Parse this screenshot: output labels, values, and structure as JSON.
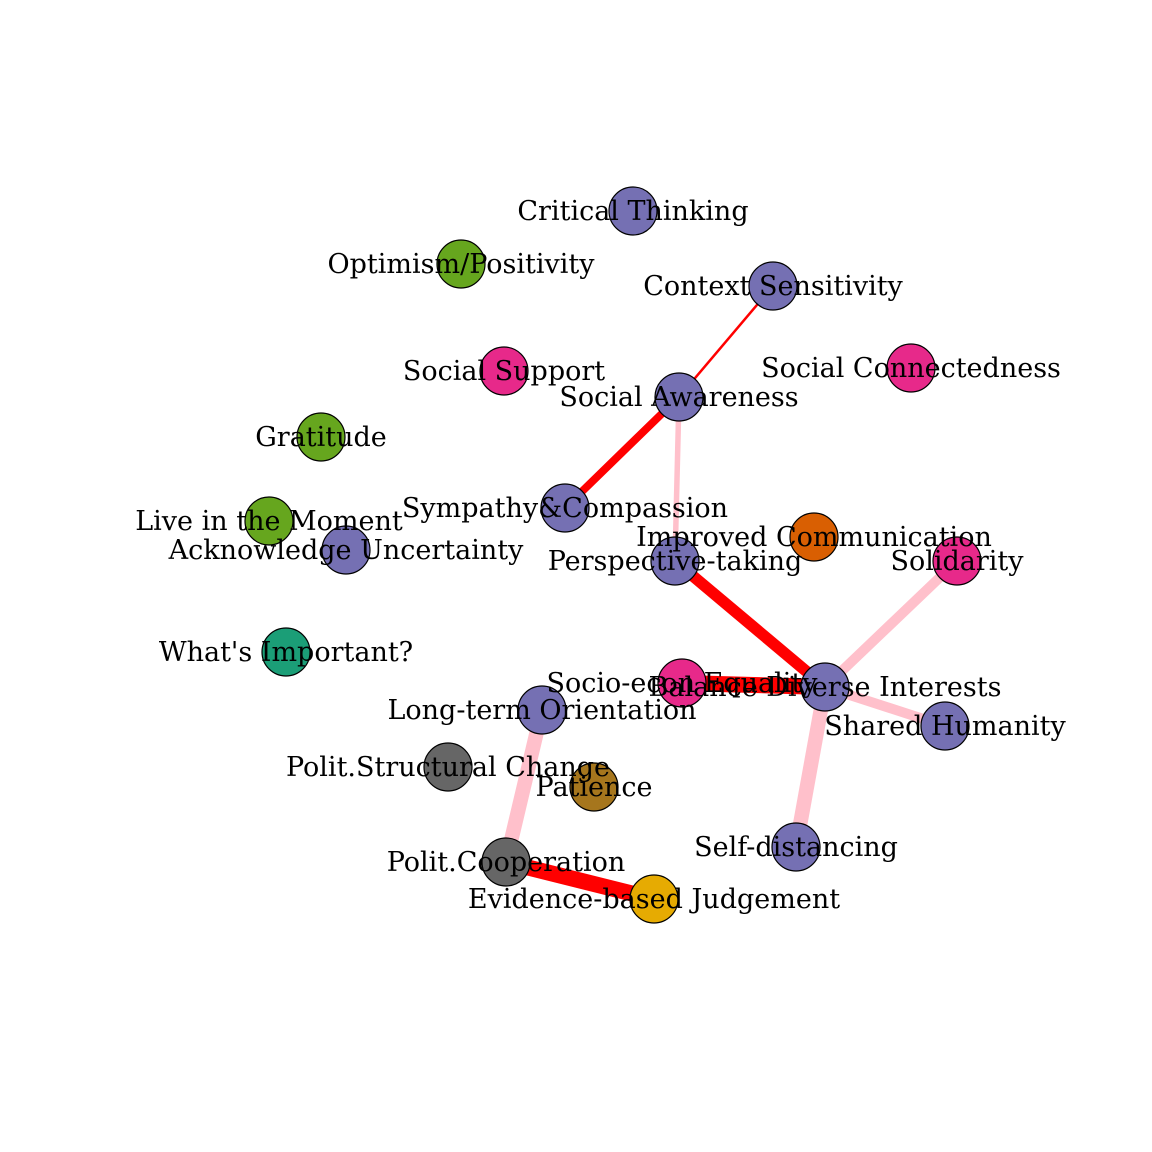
{
  "nodes": [
    {
      "id": "critical-thinking",
      "label": "Critical Thinking",
      "color": "#7570B3"
    },
    {
      "id": "optimism-positivity",
      "label": "Optimism/Positivity",
      "color": "#66A61E"
    },
    {
      "id": "context-sensitivity",
      "label": "Context Sensitivity",
      "color": "#7570B3"
    },
    {
      "id": "social-support",
      "label": "Social Support",
      "color": "#E7298A"
    },
    {
      "id": "social-connectedness",
      "label": "Social Connectedness",
      "color": "#E7298A"
    },
    {
      "id": "social-awareness",
      "label": "Social Awareness",
      "color": "#7570B3"
    },
    {
      "id": "gratitude",
      "label": "Gratitude",
      "color": "#66A61E"
    },
    {
      "id": "sympathy-compassion",
      "label": "Sympathy&Compassion",
      "color": "#7570B3"
    },
    {
      "id": "live-in-the-moment",
      "label": "Live in the Moment",
      "color": "#66A61E"
    },
    {
      "id": "improved-communication",
      "label": "Improved Communication",
      "color": "#D95F02"
    },
    {
      "id": "acknowledge-uncertainty",
      "label": "Acknowledge Uncertainty",
      "color": "#7570B3"
    },
    {
      "id": "perspective-taking",
      "label": "Perspective-taking",
      "color": "#7570B3"
    },
    {
      "id": "solidarity",
      "label": "Solidarity",
      "color": "#E7298A"
    },
    {
      "id": "whats-important",
      "label": "What's Important?",
      "color": "#1B9E77"
    },
    {
      "id": "socio-econ-equality",
      "label": "Socio-econ Equality",
      "color": "#E7298A"
    },
    {
      "id": "balance-diverse-interests",
      "label": "Balance Diverse Interests",
      "color": "#7570B3"
    },
    {
      "id": "long-term-orientation",
      "label": "Long-term Orientation",
      "color": "#7570B3"
    },
    {
      "id": "shared-humanity",
      "label": "Shared Humanity",
      "color": "#7570B3"
    },
    {
      "id": "polit-structural-change",
      "label": "Polit.Structural Change",
      "color": "#666666"
    },
    {
      "id": "patience",
      "label": "Patience",
      "color": "#A6761D"
    },
    {
      "id": "self-distancing",
      "label": "Self-distancing",
      "color": "#7570B3"
    },
    {
      "id": "polit-cooperation",
      "label": "Polit.Cooperation",
      "color": "#666666"
    },
    {
      "id": "evidence-based-judgement",
      "label": "Evidence-based Judgement",
      "color": "#E6AB02"
    }
  ],
  "edges": [
    {
      "source": "context-sensitivity",
      "target": "social-awareness",
      "color": "#FF0000",
      "weight": 0.1
    },
    {
      "source": "social-awareness",
      "target": "sympathy-compassion",
      "color": "#FF0000",
      "weight": 0.45
    },
    {
      "source": "social-awareness",
      "target": "perspective-taking",
      "color": "#FFC0CB",
      "weight": 0.3
    },
    {
      "source": "perspective-taking",
      "target": "balance-diverse-interests",
      "color": "#FF0000",
      "weight": 0.7
    },
    {
      "source": "socio-econ-equality",
      "target": "balance-diverse-interests",
      "color": "#FF0000",
      "weight": 1.0
    },
    {
      "source": "solidarity",
      "target": "balance-diverse-interests",
      "color": "#FFC0CB",
      "weight": 0.6
    },
    {
      "source": "balance-diverse-interests",
      "target": "shared-humanity",
      "color": "#FFC0CB",
      "weight": 0.6
    },
    {
      "source": "balance-diverse-interests",
      "target": "self-distancing",
      "color": "#FFC0CB",
      "weight": 0.9
    },
    {
      "source": "long-term-orientation",
      "target": "polit-cooperation",
      "color": "#FFC0CB",
      "weight": 0.9
    },
    {
      "source": "polit-cooperation",
      "target": "evidence-based-judgement",
      "color": "#FF0000",
      "weight": 1.0
    }
  ]
}
